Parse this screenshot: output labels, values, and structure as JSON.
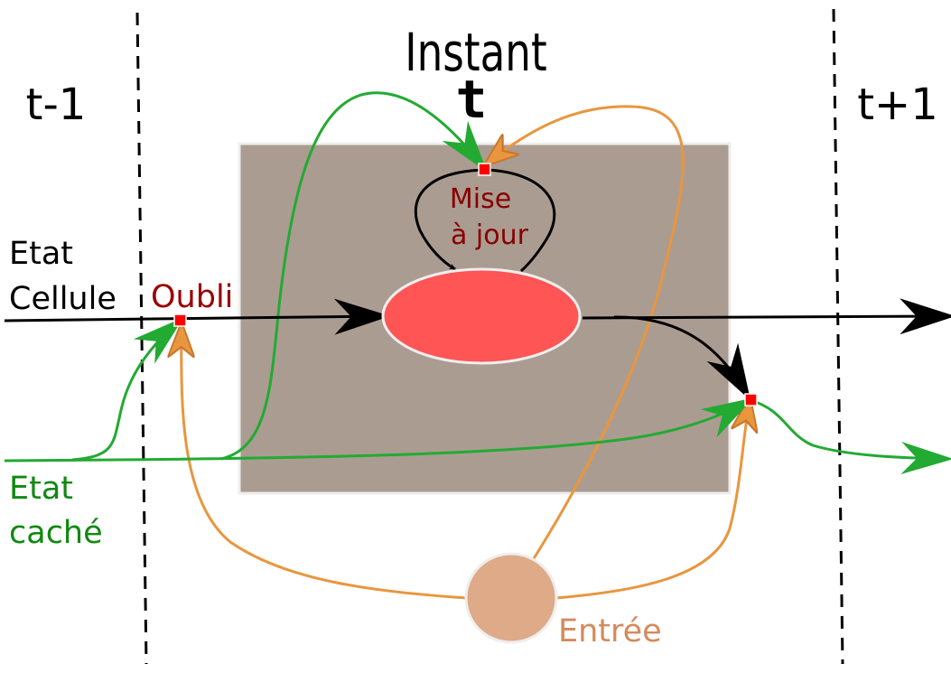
{
  "title": "Instant",
  "time": {
    "prev": "t-1",
    "current": "t",
    "next": "t+1"
  },
  "labels": {
    "cell_state": [
      "Etat",
      "Cellule"
    ],
    "forget": "Oubli",
    "update": [
      "Mise",
      "à jour"
    ],
    "hidden_state": [
      "Etat",
      "caché"
    ],
    "input": "Entrée"
  },
  "colors": {
    "box": "#ab9c91",
    "cell": "#ff5555",
    "input_node": "#deaa87",
    "gate": "#ff0000",
    "green": "#22aa33",
    "orange": "#e9963e",
    "dark_red": "#880000",
    "green_text": "#118811",
    "input_text": "#d48a5c"
  }
}
